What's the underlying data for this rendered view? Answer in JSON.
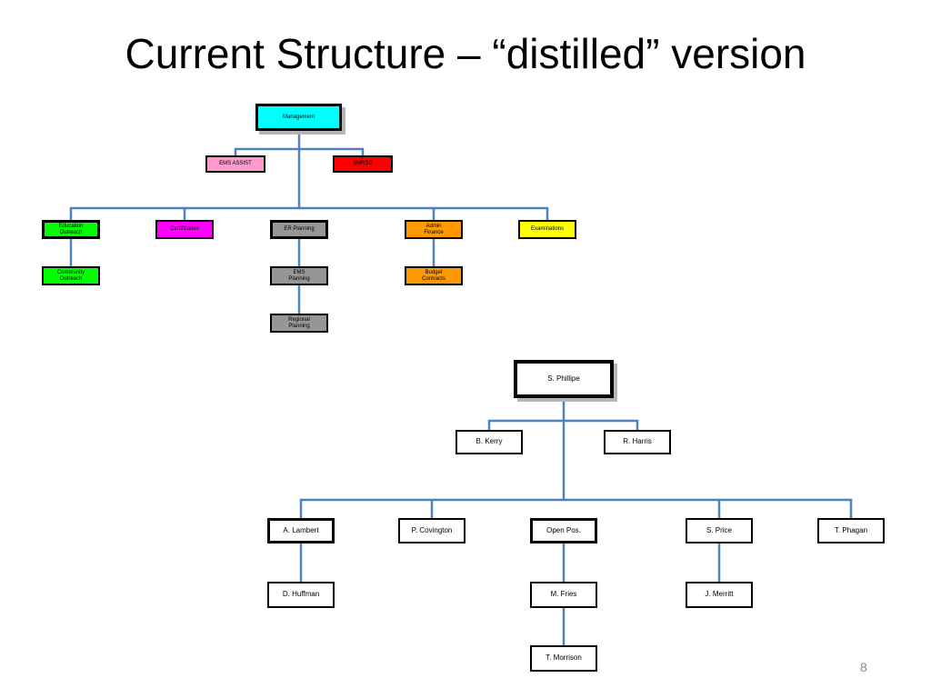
{
  "title": "Current Structure – “distilled” version",
  "page_number": "8",
  "chart1": {
    "management": "Management",
    "ems_assist": "EMS ASSIST",
    "smrsc": "SMRSC",
    "education_outreach": "Education\nOutreach",
    "certification": "Certification",
    "er_planning": "ER Planning",
    "admin_finance": "Admin\nFinance",
    "examinations": "Examinations",
    "community_outreach": "Community\nOutreach",
    "ems_planning": "EMS\nPlanning",
    "regional_planning": "Regional\nPlanning",
    "budget_contracts": "Budget\nContracts"
  },
  "chart2": {
    "s_phillipe": "S. Phillipe",
    "b_kerry": "B. Kerry",
    "r_harris": "R. Harris",
    "a_lambert": "A. Lambert",
    "p_covington": "P. Covington",
    "open_pos": "Open Pos.",
    "s_price": "S. Price",
    "t_phagan": "T. Phagan",
    "d_huffman": "D. Huffman",
    "m_fries": "M. Fries",
    "j_merritt": "J. Merritt",
    "t_morrison": "T. Morrison"
  },
  "colors": {
    "connector": "#4f81bd",
    "management": "#00ffff",
    "ems_assist": "#ff99cc",
    "smrsc": "#ff0000",
    "green": "#00ff00",
    "magenta": "#ff00ff",
    "gray": "#969696",
    "orange": "#ff9900",
    "yellow": "#ffff00",
    "white": "#ffffff"
  }
}
